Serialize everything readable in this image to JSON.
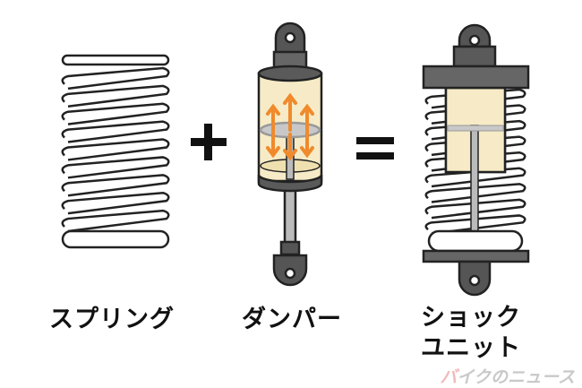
{
  "labels": {
    "spring": "スプリング",
    "damper": "ダンパー",
    "shock_line1": "ショック",
    "shock_line2": "ユニット"
  },
  "operators": {
    "plus": "+",
    "equals": "="
  },
  "watermark": {
    "text": "バイクのニュース"
  },
  "colors": {
    "oil": "#f6ebc6",
    "arrow": "#f08a2c",
    "metal": "#5a5a5a",
    "piston": "#c8c8c8"
  }
}
